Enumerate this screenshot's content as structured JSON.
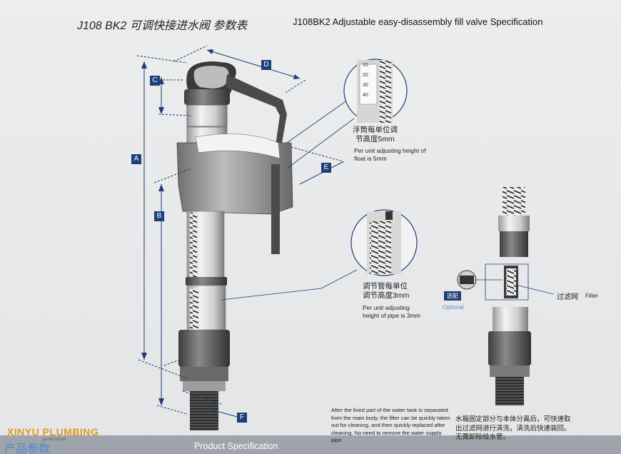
{
  "header": {
    "title_cn": "J108 BK2 可调快接进水阀 参数表",
    "title_en": "J108BK2 Adjustable easy-disassembly fill valve   Specification"
  },
  "dimensions": [
    "A",
    "B",
    "C",
    "D",
    "E",
    "F"
  ],
  "callouts": {
    "float": {
      "scale_ticks": [
        "10",
        "20",
        "30",
        "40"
      ],
      "cn_line1": "浮筒每单位调",
      "cn_line2": "节高度5mm",
      "en": "Per unit adjusting height of float is 5mm"
    },
    "pipe": {
      "cn_line1": "调节管每单位",
      "cn_line2": "调节高度3mm",
      "en": "Per unit adjusting height of pipe is 3mm"
    }
  },
  "filter_section": {
    "optional_badge_cn": "选配",
    "optional_en": "Optional",
    "filter_cn": "过滤网",
    "filter_en": "Filter"
  },
  "footer": {
    "note_en": "After the fixed part of the water tank is separated from the main body, the filter can be quickly taken out for cleaning, and then quickly replaced after cleaning. No need to remove the water supply pipe.",
    "note_cn": "水箱固定部分与本体分离后，可快速取出过滤网进行清洗，清洗后快速装回。无需卸除给水管。",
    "brand": "XINYU PLUMBING",
    "brand_sub": "professional",
    "brand_cn": "产品参数",
    "product_spec": "Product Specification"
  },
  "colors": {
    "dimension_line": "#1f3b79",
    "label_box": "#1d3f7a",
    "body_gray": "#8e8e8e",
    "dark_gray": "#4a4a4a"
  }
}
